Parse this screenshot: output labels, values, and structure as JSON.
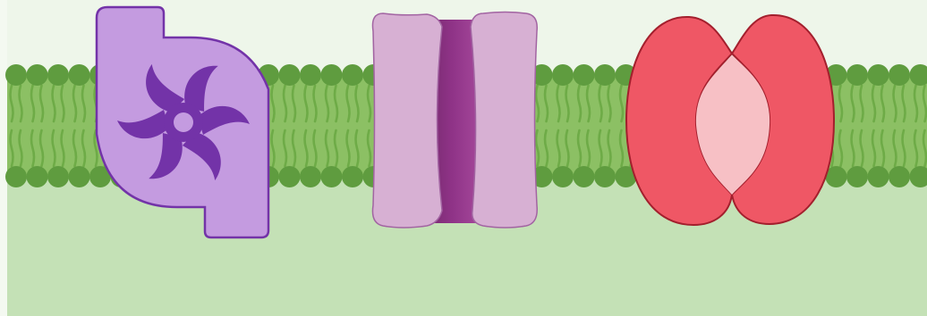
{
  "colors": {
    "extracellular": "#eef6ea",
    "cytoplasm": "#c4e1b6",
    "lipid_head": "#5f9c3f",
    "lipid_tail": "#6eab47",
    "membrane_core": "#8cc064",
    "pump_body": "#c49be0",
    "pump_outline": "#7333a8",
    "pump_rotor": "#7333a8",
    "channel_wall": "#d7b0d3",
    "channel_pore": "#8c2f84",
    "channel_outline": "#a264a2",
    "carrier_body": "#ef5765",
    "carrier_outline": "#a31f2d",
    "carrier_cavity": "#f7c0c5"
  },
  "diagram": {
    "components": [
      {
        "name": "pump",
        "icon": "pump-rotor-icon"
      },
      {
        "name": "channel",
        "icon": "channel-pore-icon"
      },
      {
        "name": "carrier",
        "icon": "carrier-cavity-icon"
      }
    ]
  }
}
